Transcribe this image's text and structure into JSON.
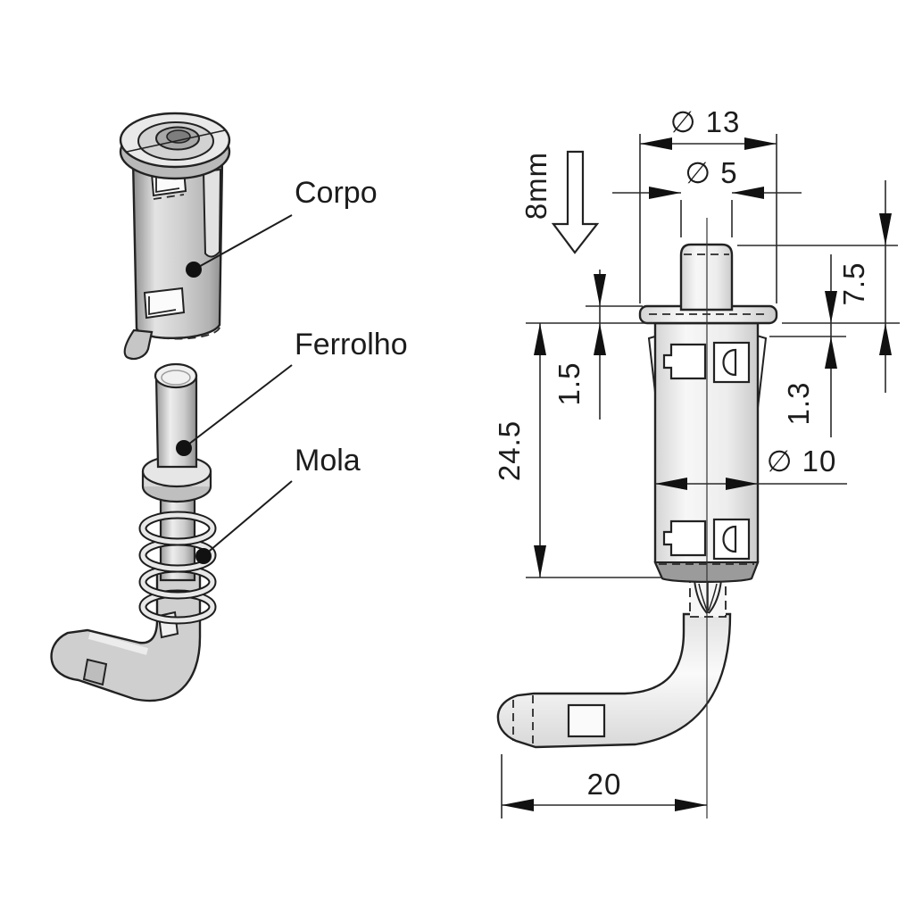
{
  "exploded": {
    "corpo": "Corpo",
    "ferrolho": "Ferrolho",
    "mola": "Mola"
  },
  "dims": {
    "dia13": "∅ 13",
    "dia5": "∅ 5",
    "depth": "8mm",
    "pin_height": "7.5",
    "flange_thickness": "1.5",
    "clip_gap": "1.3",
    "body_length": "24.5",
    "dia10": "∅ 10",
    "arm_length": "20"
  },
  "colors": {
    "line": "#222222",
    "dim_line": "#2a2a2a",
    "fill_light": "#f3f3f3",
    "fill_mid": "#d6d6d6",
    "fill_dark": "#9b9b9b",
    "background": "#ffffff"
  }
}
